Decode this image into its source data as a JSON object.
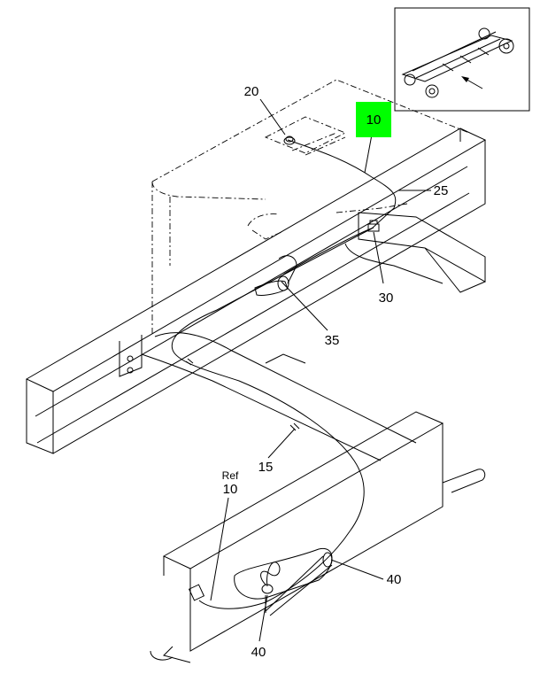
{
  "callouts": {
    "c10_highlight": "10",
    "c20": "20",
    "c25": "25",
    "c30": "30",
    "c35": "35",
    "c15": "15",
    "ref": "Ref",
    "ref10": "10",
    "c40_right": "40",
    "c40_bottom": "40"
  },
  "colors": {
    "highlight": "#00ff00",
    "line": "#000000",
    "background": "#ffffff"
  }
}
